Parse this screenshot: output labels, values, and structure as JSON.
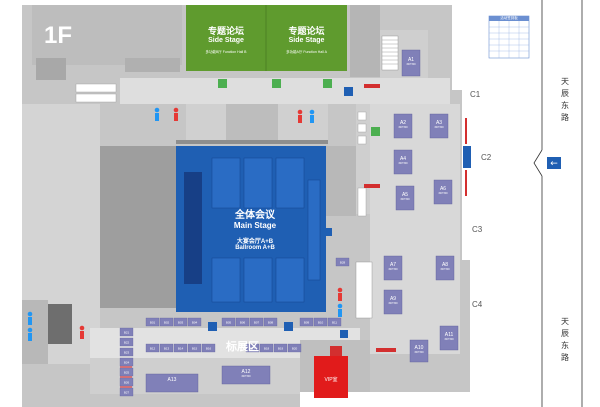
{
  "floor": {
    "label": "1F"
  },
  "side_stages": [
    {
      "cn": "专题论坛",
      "en": "Side Stage",
      "sub": "多功能B厅   Function Hall B"
    },
    {
      "cn": "专题论坛",
      "en": "Side Stage",
      "sub": "多功能A厅   Function Hall A"
    }
  ],
  "main_stage": {
    "cn": "全体会议",
    "en": "Main Stage",
    "hall_cn": "大宴会厅A+B",
    "hall_en": "Ballroom A+B"
  },
  "booth_zone_label": "标展区",
  "vip_room": "VIP室",
  "entrances": [
    "C1",
    "C2",
    "C3",
    "C4"
  ],
  "road": {
    "right_top": [
      "天",
      "辰",
      "东",
      "路"
    ],
    "right_bottom": [
      "天",
      "辰",
      "东",
      "路"
    ]
  },
  "booths": [
    {
      "id": "A1",
      "size": "300*300"
    },
    {
      "id": "A2",
      "size": "300*300"
    },
    {
      "id": "A3",
      "size": "300*300"
    },
    {
      "id": "A4",
      "size": "300*300"
    },
    {
      "id": "A5",
      "size": "300*300"
    },
    {
      "id": "A6",
      "size": "300*300"
    },
    {
      "id": "A7",
      "size": "300*300"
    },
    {
      "id": "A8",
      "size": "300*300"
    },
    {
      "id": "A9",
      "size": "300*300"
    },
    {
      "id": "A10",
      "size": "300*300"
    },
    {
      "id": "A11",
      "size": "300*300"
    },
    {
      "id": "A12",
      "size": "300*300"
    },
    {
      "id": "A13",
      "size": ""
    }
  ],
  "small_booths": [
    "B01",
    "B02",
    "B03",
    "B04",
    "B05",
    "B06",
    "B07",
    "B08",
    "B09",
    "B10",
    "B11",
    "B12",
    "B13",
    "B14",
    "B15",
    "B16",
    "B17",
    "B18",
    "B19",
    "B20",
    "B21",
    "B22",
    "B23",
    "B24",
    "B25",
    "B26",
    "B27",
    "B28"
  ],
  "legend": {
    "title": "活动签到板"
  },
  "colors": {
    "floor": "#c8c8c8",
    "corridor": "#dedede",
    "main_stage": "#1f5fb3",
    "side_stage": "#5f9b2e",
    "booth": "#8080b8",
    "vip": "#e11b1b",
    "arrow": "#4caf50"
  }
}
